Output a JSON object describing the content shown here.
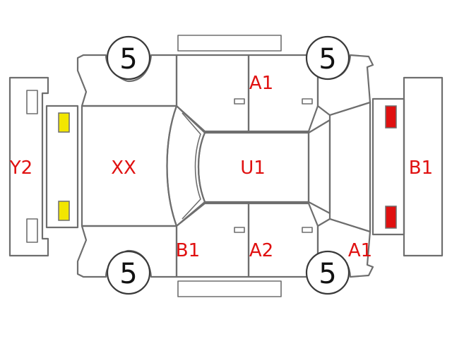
{
  "colors": {
    "line": "#6e6e6e",
    "code_text": "#e01010",
    "lamp_yellow": "#f2e600",
    "lamp_red": "#e01010"
  },
  "codes": {
    "front_bumper": "Y2",
    "hood": "XX",
    "roof": "U1",
    "rear": "B1",
    "right_front_door": "A1",
    "left_front_pillar": "B1",
    "left_front_door": "A2",
    "left_rear_fender": "A1"
  },
  "tires": {
    "left_front": "5",
    "left_rear": "5",
    "right_front": "5",
    "right_rear": "5"
  }
}
